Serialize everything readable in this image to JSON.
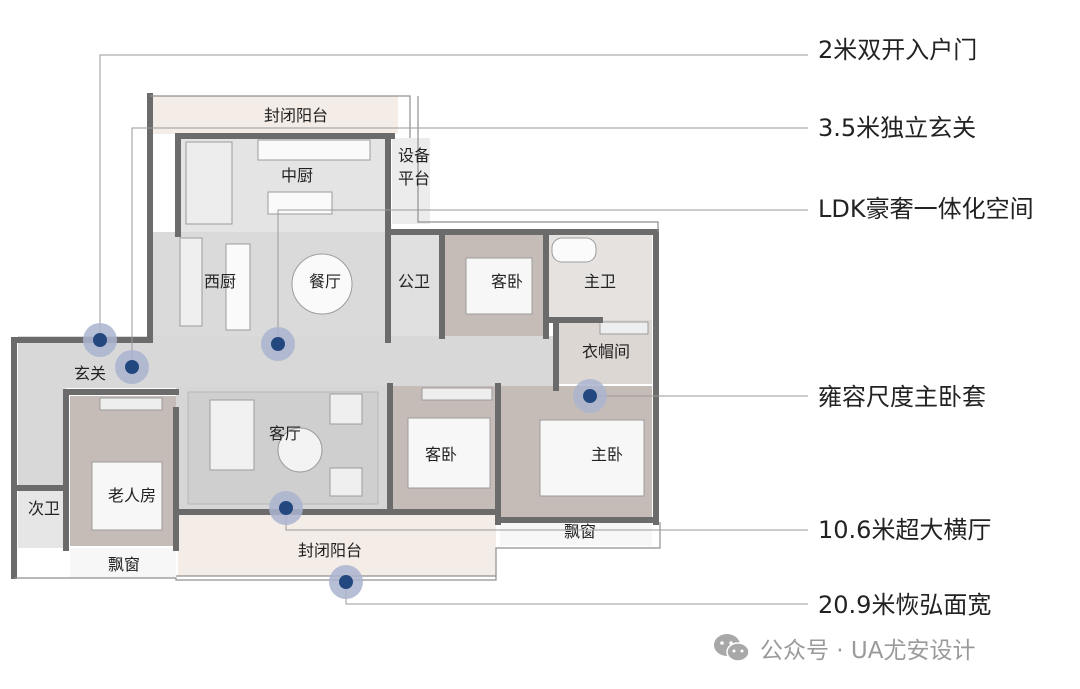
{
  "rooms": {
    "sealed_balcony_top": "封闭阳台",
    "equipment_platform_line1": "设备",
    "equipment_platform_line2": "平台",
    "chinese_kitchen": "中厨",
    "western_kitchen": "西厨",
    "dining_room": "餐厅",
    "public_bathroom": "公卫",
    "guest_bedroom_upper": "客卧",
    "master_bathroom": "主卫",
    "walk_in_closet": "衣帽间",
    "foyer": "玄关",
    "living_room": "客厅",
    "guest_bedroom_lower": "客卧",
    "master_bedroom": "主卧",
    "elderly_room": "老人房",
    "secondary_bathroom": "次卫",
    "bay_window_left": "飘窗",
    "sealed_balcony_bottom": "封闭阳台",
    "bay_window_right": "飘窗"
  },
  "callouts": [
    "2米双开入户门",
    "3.5米独立玄关",
    "LDK豪奢一体化空间",
    "雍容尺度主卧套",
    "10.6米超大横厅",
    "20.9米恢弘面宽"
  ],
  "watermark": {
    "text": "公众号 · UA尤安设计",
    "icon": "wechat-icon"
  },
  "colors": {
    "wall": "#6b6b6b",
    "common_floor": "#d9d9d9",
    "room_floor": "#c6bcb7",
    "balcony_floor": "#f4ece6",
    "marker": "#23487f",
    "marker_halo": "#aab4cf",
    "leader_line": "#9a9a9a"
  }
}
